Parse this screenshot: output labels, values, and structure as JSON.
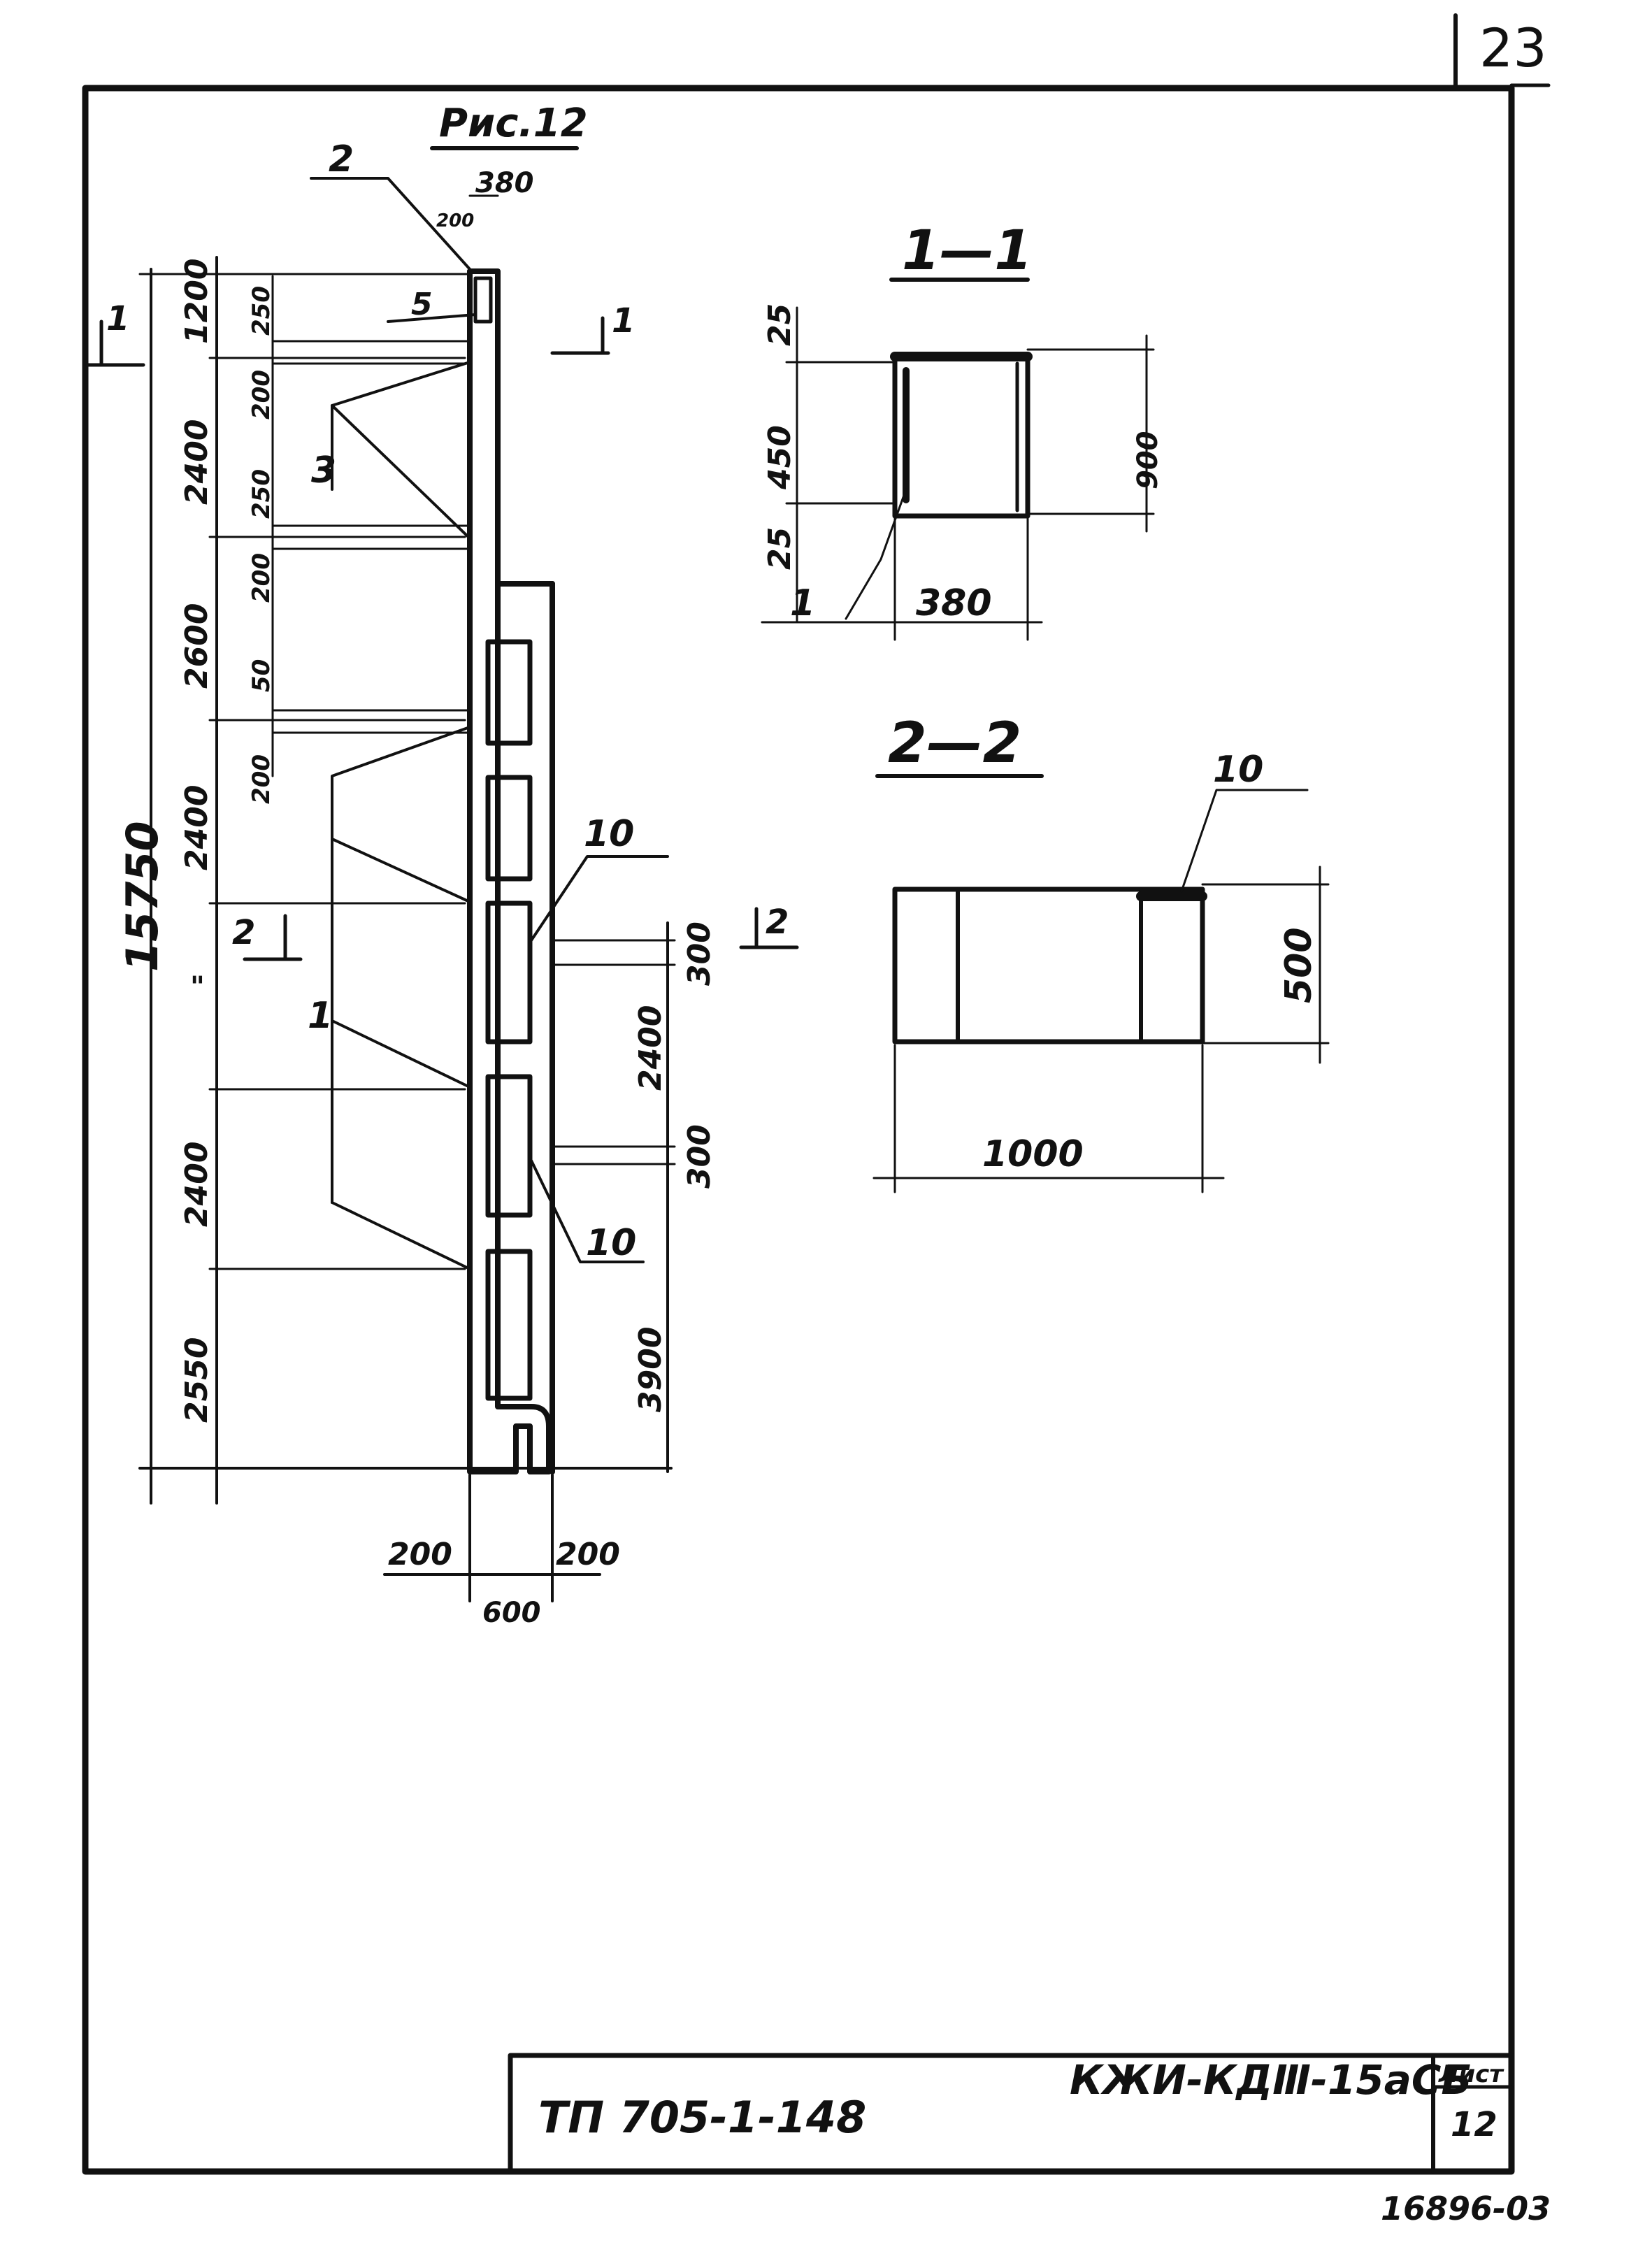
{
  "sheet": {
    "page_number": "23",
    "figure_title": "Рис.12",
    "archive_number": "16896-03"
  },
  "section_1": {
    "title": "1—1",
    "dims": [
      "25",
      "450",
      "25",
      "900",
      "380"
    ],
    "callout": "1"
  },
  "section_2": {
    "title": "2—2",
    "dims": [
      "500",
      "1000"
    ],
    "callout": "10"
  },
  "elevation": {
    "top_width": "380",
    "top_small": "200",
    "total_height": "15750",
    "ditto_mark": "\"",
    "left_dims": [
      "1200",
      "2400",
      "2600",
      "2400",
      "2400",
      "2550"
    ],
    "inner_dims": [
      "250",
      "200",
      "250",
      "200",
      "50",
      "200"
    ],
    "right_dims": [
      "300",
      "2400",
      "300",
      "3900"
    ],
    "bottom_dims": [
      "200",
      "200",
      "600"
    ],
    "callouts": [
      "2",
      "5",
      "3",
      "1",
      "10",
      "10"
    ],
    "cut_marks": [
      "1",
      "1",
      "2",
      "2"
    ]
  },
  "title_block": {
    "project": "ТП 705-1-148",
    "code": "КЖИ-КДⅢ-15аСБ",
    "sheet_label": "Лист",
    "sheet_number": "12"
  }
}
